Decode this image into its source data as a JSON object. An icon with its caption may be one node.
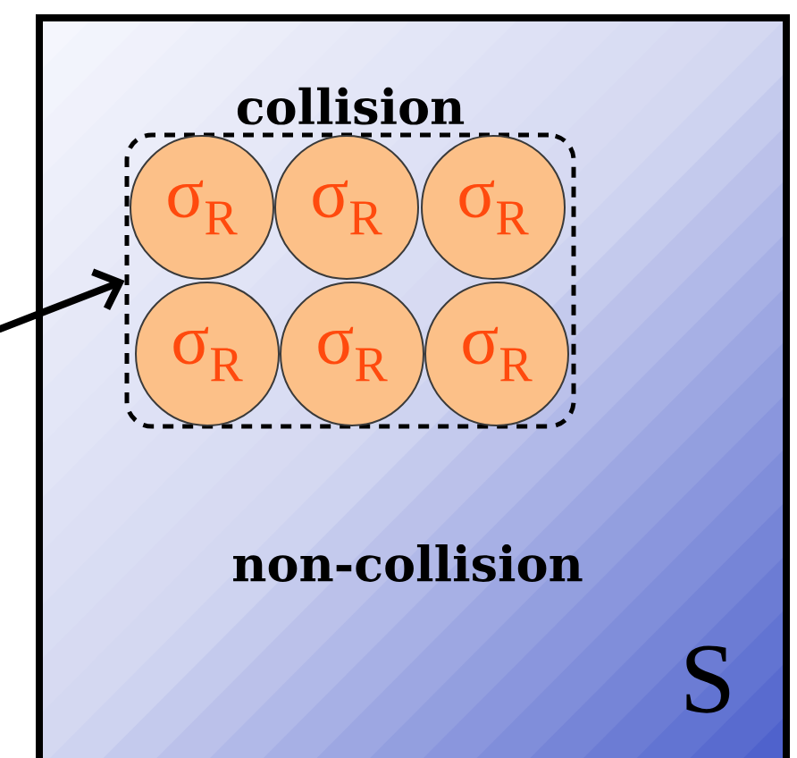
{
  "diagram": {
    "nodes": [
      {
        "text": [
          "non-collision",
          "S"
        ]
      },
      {
        "text": [
          "collision"
        ],
        "in": 0
      },
      {
        "text": [
          "σ$_{R}$"
        ],
        "in": 1
      },
      {
        "text": [
          "σ$_{R}$"
        ],
        "in": 1
      },
      {
        "text": [
          "σ$_{R}$"
        ],
        "in": 1
      },
      {
        "text": [
          "σ$_{R}$"
        ],
        "in": 1
      },
      {
        "text": [
          "σ$_{R}$"
        ],
        "in": 1
      },
      {
        "text": [
          "σ$_{R}$"
        ],
        "in": 1
      }
    ],
    "edges": [
      {
        "from": null,
        "to": 1,
        "arrow": "to"
      }
    ]
  }
}
